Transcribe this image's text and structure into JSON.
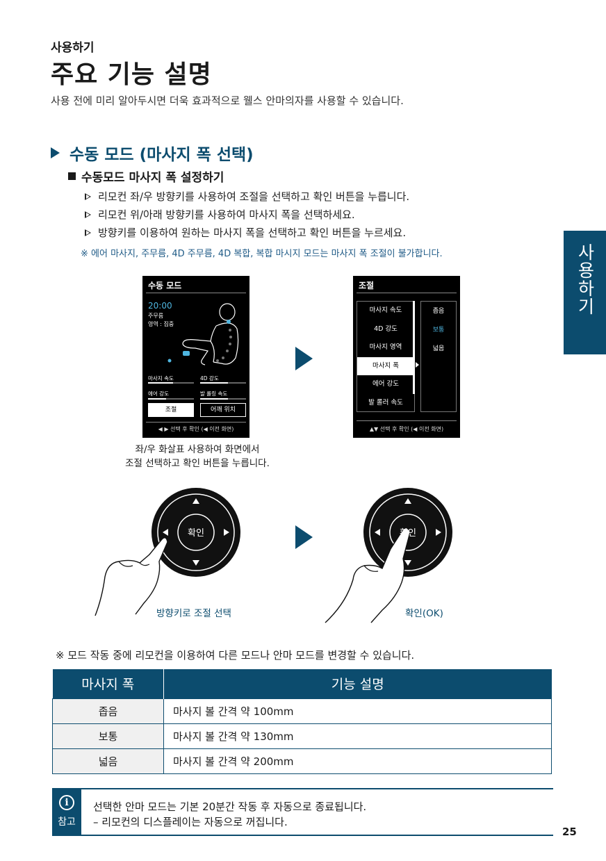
{
  "header": {
    "section_label": "사용하기",
    "title": "주요 기능 설명",
    "intro": "사용 전에 미리 알아두시면 더욱 효과적으로 웰스 안마의자를 사용할 수 있습니다."
  },
  "side_tab": {
    "label": "사용하기"
  },
  "section": {
    "heading": "수동 모드 (마사지 폭 선택)",
    "subheading": "수동모드 마사지 폭 설정하기",
    "steps": [
      "리모컨 좌/우 방향키를 사용하여 조절을 선택하고 확인 버튼을 누릅니다.",
      "리모컨 위/아래 방향키를 사용하여 마사지 폭을 선택하세요.",
      "방향키를 이용하여 원하는 마사지 폭을 선택하고 확인 버튼을 누르세요."
    ],
    "note": "※ 에어 마사지, 주무름, 4D 주무름, 4D 복합, 복합 마시지 모드는 마사지 폭 조절이 불가합니다."
  },
  "screen1": {
    "title": "수동 모드",
    "time": "20:00",
    "mode": "주무름",
    "area": "영역 : 집중",
    "labels": [
      "마사지 속도",
      "4D 강도",
      "에어 강도",
      "발 롤링 속도"
    ],
    "btn_adjust": "조절",
    "btn_shoulder": "어깨 위치",
    "footer": "◀ ▶ 선택 후 확인 (◀ 이전 화면)"
  },
  "screen2": {
    "title": "조절",
    "menu": [
      "마사지 속도",
      "4D 강도",
      "마사지 영역",
      "마사지 폭",
      "에어 강도",
      "발 롤러 속도"
    ],
    "selected_index": 3,
    "widths": [
      "좁음",
      "보통",
      "넓음"
    ],
    "widths_active_index": 1,
    "footer": "▲▼ 선택 후 확인 (◀ 이전 화면)"
  },
  "caption1": [
    "좌/우 화살표 사용하여 화면에서",
    "조절 선택하고 확인 버튼을 누릅니다."
  ],
  "remote": {
    "ok_label": "확인",
    "caption_left": "방향키로 조절 선택",
    "caption_right": "확인(OK)"
  },
  "note2": "※ 모드 작동 중에 리모컨을 이용하여 다른 모드나 안마 모드를 변경할 수 있습니다.",
  "table": {
    "headers": [
      "마사지 폭",
      "기능 설명"
    ],
    "rows": [
      [
        "좁음",
        "마사지 볼 간격 약 100mm"
      ],
      [
        "보통",
        "마사지 볼 간격 약 130mm"
      ],
      [
        "넓음",
        "마사지 볼 간격 약 200mm"
      ]
    ]
  },
  "reference": {
    "icon": "i",
    "label": "참고",
    "line1": "선택한 안마 모드는 기본 20분간 작동 후 자동으로 종료됩니다.",
    "line2": "– 리모컨의 디스플레이는 자동으로 꺼집니다."
  },
  "page_number": "25",
  "colors": {
    "primary": "#0c4c6e",
    "accent_light": "#4fb6e0",
    "text": "#1a1a1a"
  }
}
